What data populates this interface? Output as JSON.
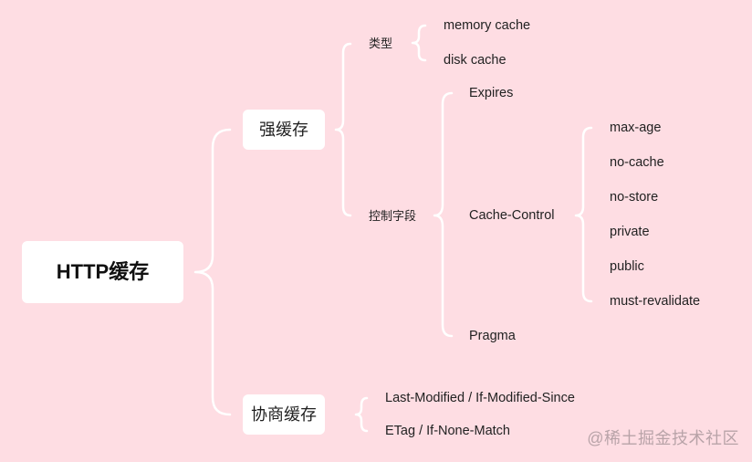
{
  "diagram": {
    "root": {
      "label": "HTTP缓存",
      "children": [
        {
          "label": "强缓存",
          "children": [
            {
              "label": "类型",
              "children": [
                {
                  "label": "memory cache"
                },
                {
                  "label": "disk cache"
                }
              ]
            },
            {
              "label": "控制字段",
              "children": [
                {
                  "label": "Expires"
                },
                {
                  "label": "Cache-Control",
                  "children": [
                    {
                      "label": "max-age"
                    },
                    {
                      "label": "no-cache"
                    },
                    {
                      "label": "no-store"
                    },
                    {
                      "label": "private"
                    },
                    {
                      "label": "public"
                    },
                    {
                      "label": "must-revalidate"
                    }
                  ]
                },
                {
                  "label": "Pragma"
                }
              ]
            }
          ]
        },
        {
          "label": "协商缓存",
          "children": [
            {
              "label": "Last-Modified / If-Modified-Since"
            },
            {
              "label": "ETag / If-None-Match"
            }
          ]
        }
      ]
    }
  },
  "watermark": "@稀土掘金技术社区",
  "colors": {
    "background": "#fedde3",
    "connector": "#ffffff",
    "box": "#ffffff",
    "watermark": "#b8a3a8"
  }
}
